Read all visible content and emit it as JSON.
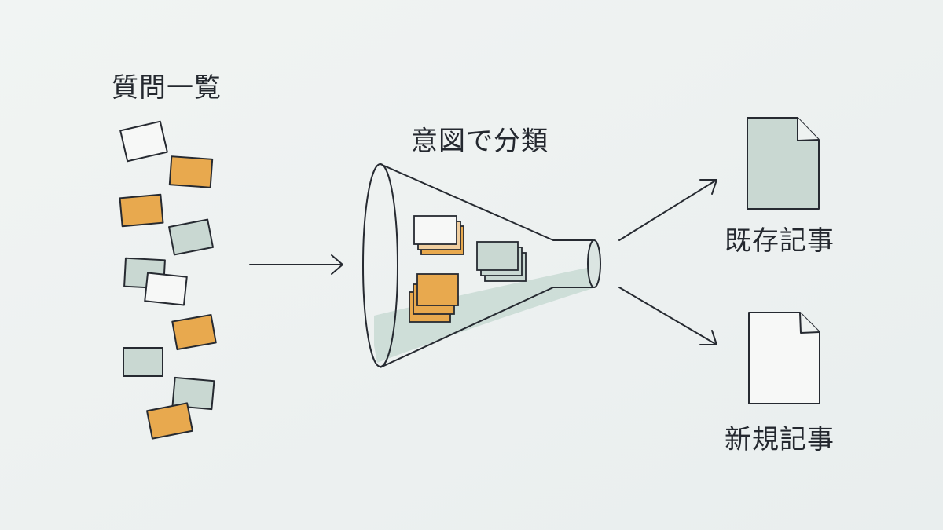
{
  "labels": {
    "questions": "質問一覧",
    "classify": "意図で分類",
    "existing": "既存記事",
    "new": "新規記事"
  },
  "colors": {
    "background": "#edf1f2",
    "ink": "#24282f",
    "paper_white": "#f7f8f7",
    "orange": "#e8a94e",
    "sage": "#c9d8d2",
    "funnel_fill": "#c5d9d2"
  },
  "icons": {
    "question_cards": "scattered-sticky-note-cards",
    "funnel": "funnel-icon",
    "arrows": "arrow-right-icon",
    "documents": "document-icon"
  }
}
